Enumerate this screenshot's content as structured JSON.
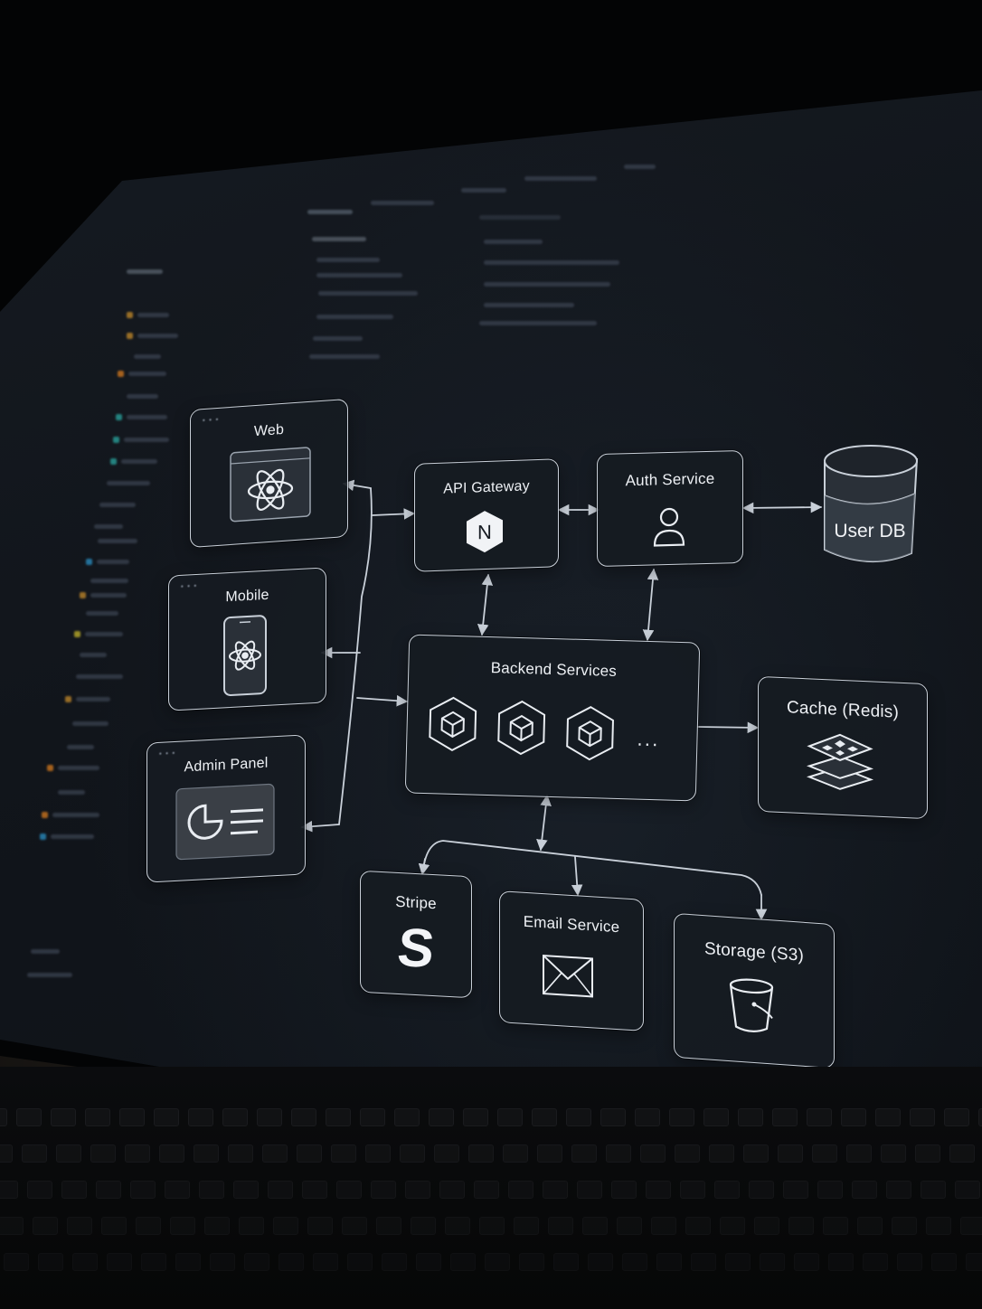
{
  "diagram": {
    "nodes": {
      "web": {
        "label": "Web",
        "icon": "react-icon"
      },
      "mobile": {
        "label": "Mobile",
        "icon": "react-icon"
      },
      "admin": {
        "label": "Admin Panel",
        "icon": "dashboard-icon"
      },
      "gateway": {
        "label": "API Gateway",
        "icon": "nginx-icon",
        "icon_letter": "N"
      },
      "auth": {
        "label": "Auth Service",
        "icon": "user-icon"
      },
      "userdb": {
        "label": "User DB",
        "icon": "database-icon"
      },
      "backend": {
        "label": "Backend Services",
        "icon": "hexagon-cube-icon",
        "more": "..."
      },
      "cache": {
        "label": "Cache (Redis)",
        "icon": "redis-stack-icon"
      },
      "stripe": {
        "label": "Stripe",
        "icon": "stripe-icon",
        "icon_letter": "S"
      },
      "email": {
        "label": "Email Service",
        "icon": "envelope-icon"
      },
      "storage": {
        "label": "Storage (S3)",
        "icon": "bucket-icon"
      }
    },
    "colors": {
      "stroke": "#c9d0d9",
      "node_fill": "#161b22",
      "text": "#eef1f5"
    }
  }
}
